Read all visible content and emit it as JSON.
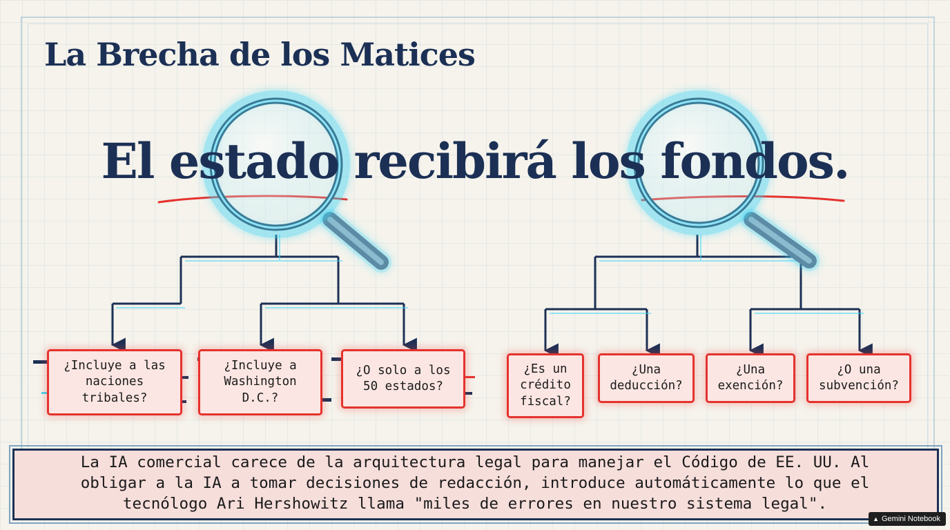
{
  "title": "La Brecha de los Matices",
  "sentence": "El estado recibirá los fondos.",
  "left_branch": {
    "questions": [
      [
        "¿Incluye a las",
        "naciones",
        "tribales?"
      ],
      [
        "¿Incluye a",
        "Washington",
        "D.C.?"
      ],
      [
        "¿O solo a los",
        "50 estados?"
      ]
    ]
  },
  "right_branch": {
    "questions": [
      [
        "¿Es un",
        "crédito",
        "fiscal?"
      ],
      [
        "¿Una",
        "deducción?"
      ],
      [
        "¿Una",
        "exención?"
      ],
      [
        "¿O una",
        "subvención?"
      ]
    ]
  },
  "footer": {
    "lines": [
      "La IA comercial carece de la arquitectura legal para manejar el Código de EE. UU. Al",
      "obligar a la IA a tomar decisiones de redacción, introduce automáticamente lo que el",
      "tecnólogo Ari Hershowitz llama \"miles de errores en nuestro sistema legal\"."
    ]
  },
  "badge": {
    "label": "Gemini Notebook",
    "icon": "notebook-icon"
  },
  "colors": {
    "navy": "#1c3055",
    "red": "#e5322e",
    "glow": "#41d6f5",
    "box_fill": "#fbe6e3"
  }
}
